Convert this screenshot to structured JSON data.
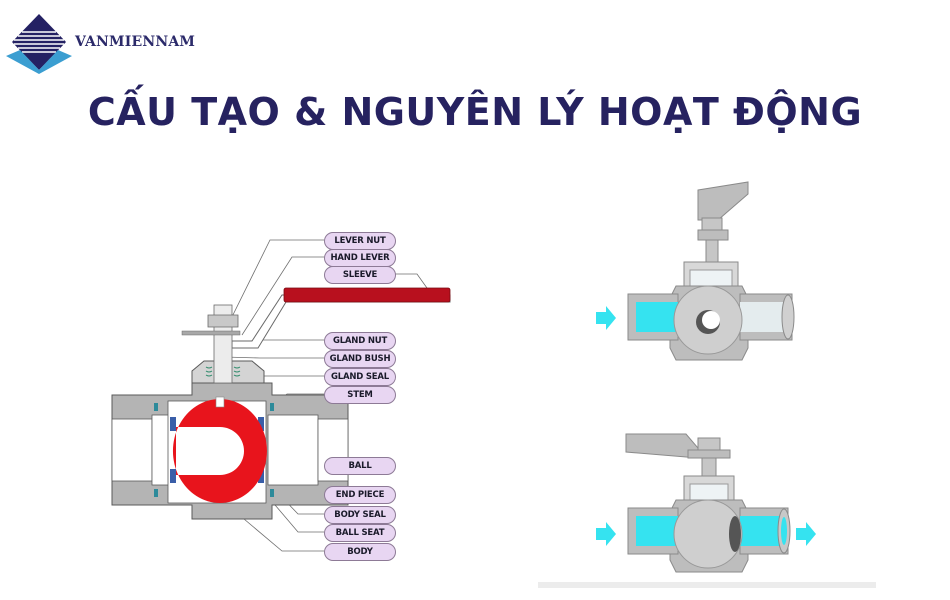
{
  "header": {
    "brand_name": "VANMIENNAM",
    "logo_icon": "diamond-stripes-logo-icon",
    "title": "CẤU TẠO & NGUYÊN LÝ HOẠT ĐỘNG"
  },
  "diagram_left": {
    "description": "Ball valve cross-section with part labels",
    "labels": [
      {
        "id": "lever_nut",
        "text": "LEVER NUT"
      },
      {
        "id": "hand_lever",
        "text": "HAND LEVER"
      },
      {
        "id": "sleeve",
        "text": "SLEEVE"
      },
      {
        "id": "gland_nut",
        "text": "GLAND NUT"
      },
      {
        "id": "gland_bush",
        "text": "GLAND BUSH"
      },
      {
        "id": "gland_seal",
        "text": "GLAND SEAL"
      },
      {
        "id": "stem",
        "text": "STEM"
      },
      {
        "id": "ball",
        "text": "BALL"
      },
      {
        "id": "end_piece",
        "text": "END PIECE"
      },
      {
        "id": "body_seal",
        "text": "BODY SEAL"
      },
      {
        "id": "ball_seat",
        "text": "BALL SEAT"
      },
      {
        "id": "body",
        "text": "BODY"
      }
    ],
    "colors": {
      "ball": "#e8141c",
      "lever": "#b8101e",
      "label_fill": "#e8d6f2",
      "body_gray": "#b4b4b4",
      "seat_blue": "#3a5ea8"
    }
  },
  "diagram_right": {
    "top": {
      "state": "closed",
      "arrows": [
        "inlet-arrow"
      ]
    },
    "bottom": {
      "state": "open",
      "arrows": [
        "inlet-arrow",
        "outlet-arrow"
      ]
    },
    "colors": {
      "flow": "#35e3f0",
      "valve_gray": "#bdbdbd",
      "dark_gray": "#7d7d7d"
    }
  }
}
